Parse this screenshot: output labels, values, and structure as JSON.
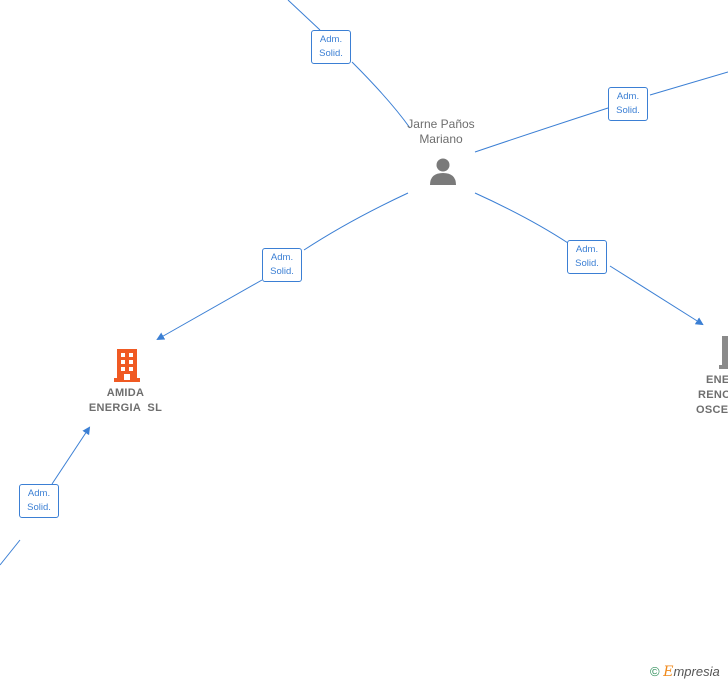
{
  "person": {
    "name_line1": "Jarne Paños",
    "name_line2": "Mariano",
    "icon": "person-icon"
  },
  "companies": [
    {
      "name_line1": "AMIDA",
      "name_line2": "ENERGIA  SL",
      "icon": "building-icon",
      "color": "#f05a23"
    },
    {
      "name_line1": "ENE",
      "name_line2": "RENO",
      "name_line3": "OSCEI",
      "icon": "building-icon",
      "color": "#8a8a8a"
    }
  ],
  "badges": [
    {
      "line1": "Adm.",
      "line2": "Solid."
    },
    {
      "line1": "Adm.",
      "line2": "Solid."
    },
    {
      "line1": "Adm.",
      "line2": "Solid."
    },
    {
      "line1": "Adm.",
      "line2": "Solid."
    },
    {
      "line1": "Adm.",
      "line2": "Solid."
    }
  ],
  "colors": {
    "edge": "#3b7fd4",
    "badge_text": "#3b7fd4",
    "node_text": "#6e6e6e"
  },
  "footer": {
    "copyright_symbol": "©",
    "brand_initial": "E",
    "brand_rest": "mpresia"
  }
}
